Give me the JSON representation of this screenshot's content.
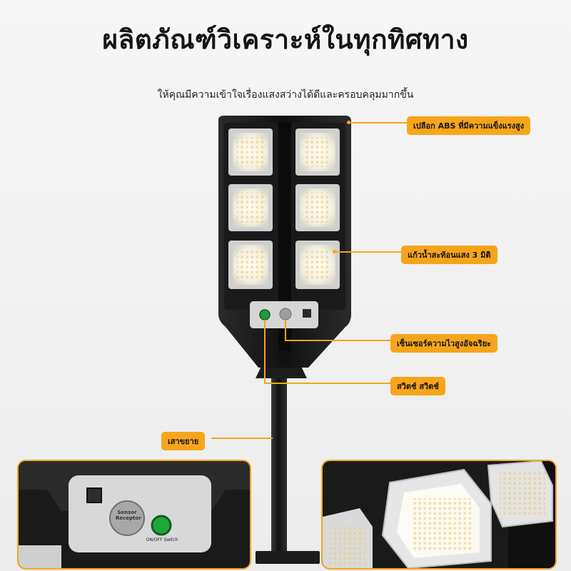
{
  "title": "ผลิตภัณฑ์วิเคราะห์ในทุกทิศทาง",
  "subtitle": "ให้คุณมีความเข้าใจเรื่องแสงสว่างได้ดีและครอบคลุมมากขึ้น",
  "callouts": {
    "shell": "เปลือก ABS ที่มีความแข็งแรงสูง",
    "lens": "แก้วน้ำสะท้อนแสง 3 มิติ",
    "sensor": "เซ็นเซอร์ความไวสูงอัจฉริยะ",
    "switch": "สวิตช์ สวิตช์",
    "pole": "เสาขยาย"
  },
  "detail_left": {
    "sensor_text_1": "Sensor",
    "sensor_text_2": "Receptor",
    "switch_text": "ON/OFF Switch"
  },
  "colors": {
    "accent": "#f6a51a",
    "housing": "#161616",
    "switch_green": "#1f9a3a"
  }
}
